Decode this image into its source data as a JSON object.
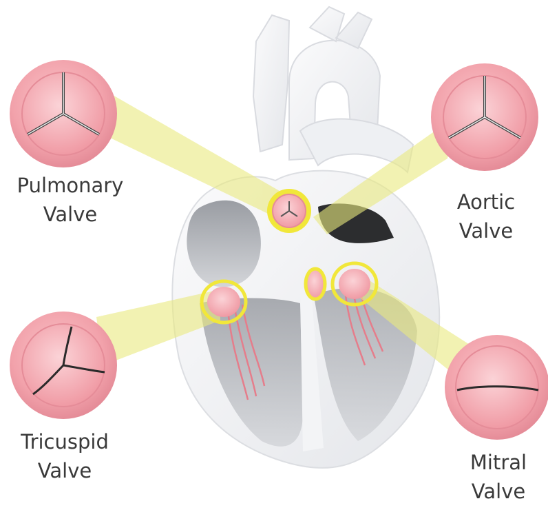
{
  "labels": {
    "pulmonary": {
      "line1": "Pulmonary",
      "line2": "Valve"
    },
    "aortic": {
      "line1": "Aortic",
      "line2": "Valve"
    },
    "tricuspid": {
      "line1": "Tricuspid",
      "line2": "Valve"
    },
    "mitral": {
      "line1": "Mitral",
      "line2": "Valve"
    }
  },
  "colors": {
    "valve_pink": "#f2a2ab",
    "valve_rim": "#e58c98",
    "highlight_ring": "#f1e73a",
    "beam": "#ecec8c",
    "heart_white": "#f3f4f6",
    "heart_grey": "#b9bcc2",
    "label_text": "#3a3a3a"
  }
}
